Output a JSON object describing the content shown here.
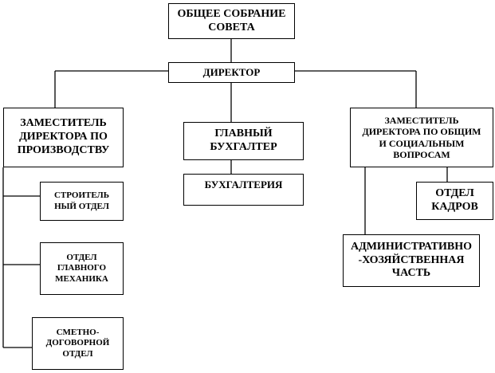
{
  "diagram": {
    "nodes": {
      "general_meeting": "ОБЩЕЕ СОБРАНИЕ\nСОВЕТА",
      "director": "ДИРЕКТОР",
      "deputy_production": "ЗАМЕСТИТЕЛЬ\nДИРЕКТОРА ПО\nПРОИЗВОДСТВУ",
      "chief_accountant": "ГЛАВНЫЙ\nБУХГАЛТЕР",
      "accounting": "БУХГАЛТЕРИЯ",
      "deputy_general_social": "ЗАМЕСТИТЕЛЬ\nДИРЕКТОРА  ПО ОБЩИМ\nИ СОЦИАЛЬНЫМ\nВОПРОСАМ",
      "construction_dept": "СТРОИТЕЛЬ\nНЫЙ ОТДЕЛ",
      "chief_mechanic_dept": "ОТДЕЛ\nГЛАВНОГО\nМЕХАНИКА",
      "estimate_contract_dept": "СМЕТНО-\nДОГОВОРНОЙ\nОТДЕЛ",
      "hr_dept": "ОТДЕЛ\nКАДРОВ",
      "admin_household": "АДМИНИСТРАТИВНО\n-ХОЗЯЙСТВЕННАЯ\nЧАСТЬ"
    },
    "line_color": "#000000",
    "border_color": "#000000"
  }
}
